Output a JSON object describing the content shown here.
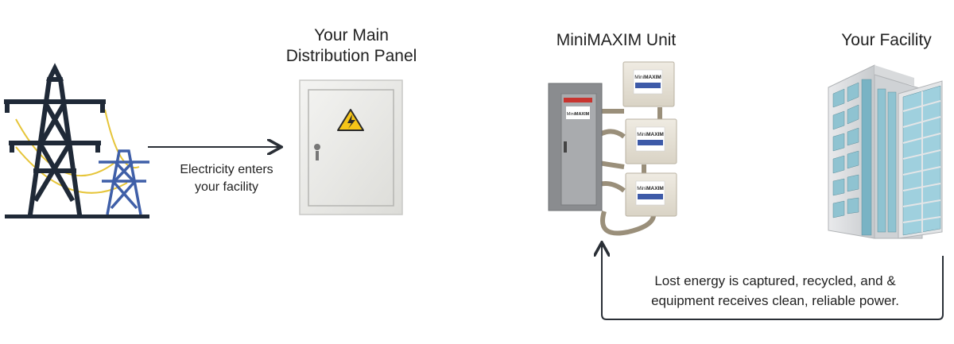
{
  "panel_title": {
    "line1": "Your Main",
    "line2": "Distribution Panel"
  },
  "unit_title": "MiniMAXIM Unit",
  "facility_title": "Your Facility",
  "enters_text": {
    "line1": "Electricity enters",
    "line2": "your facility"
  },
  "feedback_text": {
    "line1": "Lost energy is captured, recycled, and &",
    "line2": "equipment receives clean, reliable power."
  },
  "unit_badge": {
    "prefix": "Mini",
    "brand": "MAXIM"
  },
  "colors": {
    "tower_dark": "#1f2937",
    "tower_blue": "#3f5fa8",
    "wire_yellow": "#e6c53a",
    "arrow": "#2a2f36",
    "hazard_yellow": "#f5c518",
    "panel_gray": "#8a8c8f",
    "box_beige": "#e8e3d8",
    "building_glass": "#8fc3d1"
  }
}
